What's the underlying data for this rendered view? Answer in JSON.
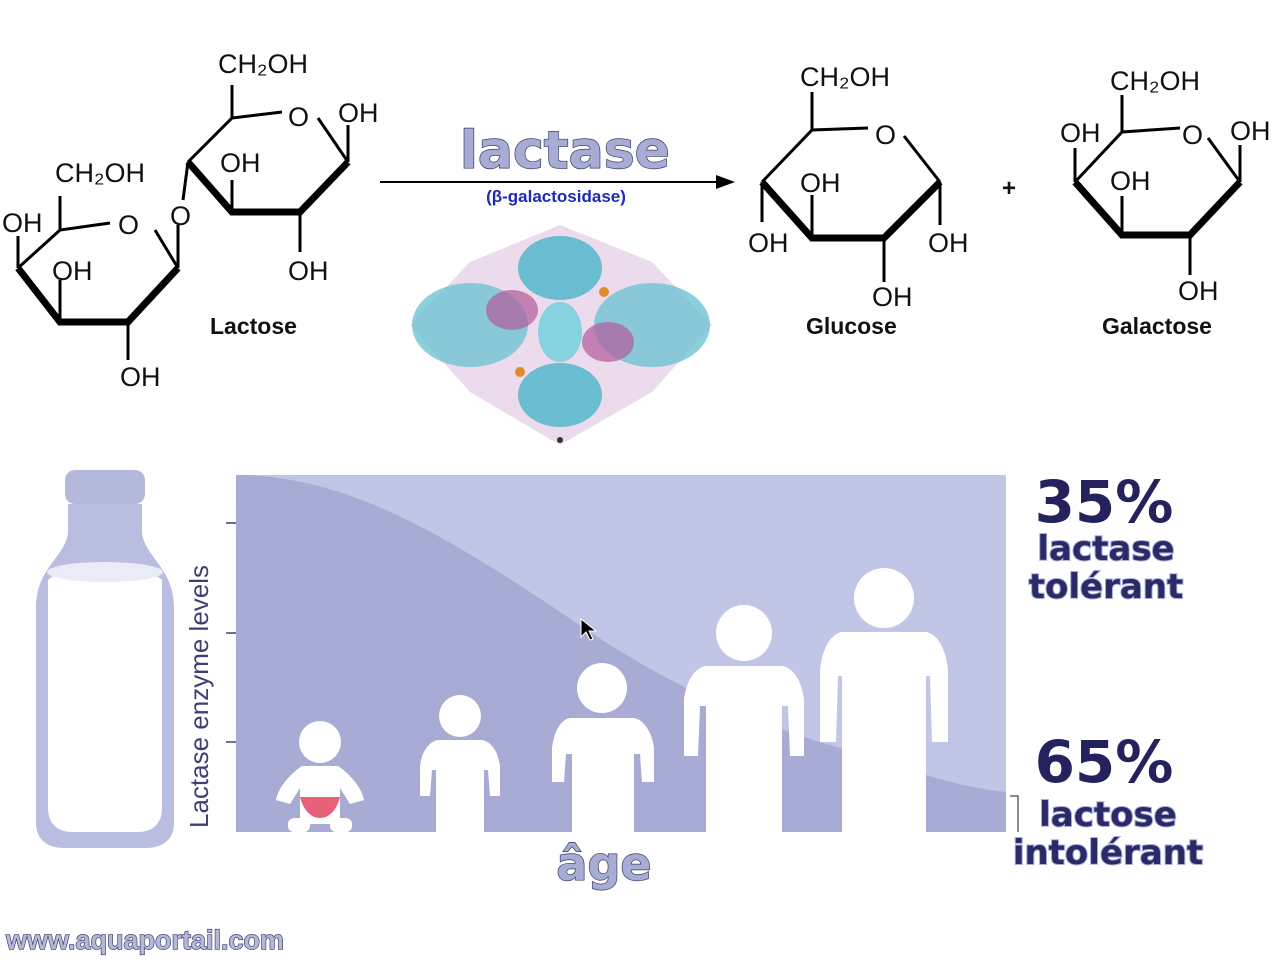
{
  "reaction": {
    "enzyme_name": "lactase",
    "enzyme_alt_name": "(β-galactosidase)",
    "plus_sign": "+",
    "reactant": "Lactose",
    "product_1": "Glucose",
    "product_2": "Galactose",
    "groups": {
      "ch2oh": "CH₂OH",
      "oh": "OH",
      "ring_o": "O"
    }
  },
  "graph": {
    "y_axis_label": "Lactase enzyme levels",
    "x_axis_label": "âge",
    "tolerant_percent": "35%",
    "tolerant_line1": "lactase",
    "tolerant_line2": "tolérant",
    "intolerant_percent": "65%",
    "intolerant_line1": "lactose",
    "intolerant_line2": "intolérant"
  },
  "footer": {
    "website": "www.aquaportail.com"
  },
  "colors": {
    "panel_light": "#c1c6e6",
    "panel_dark": "#a8acd4",
    "figure": "#ffffff",
    "diaper": "#e8607a",
    "bottle": "#b9bddf",
    "percent_text": "#23225c",
    "enzyme_alt_text": "#1c2ab8"
  },
  "icons": [
    "milk-bottle-icon",
    "protein-structure-icon",
    "person-icon",
    "cursor-icon"
  ]
}
